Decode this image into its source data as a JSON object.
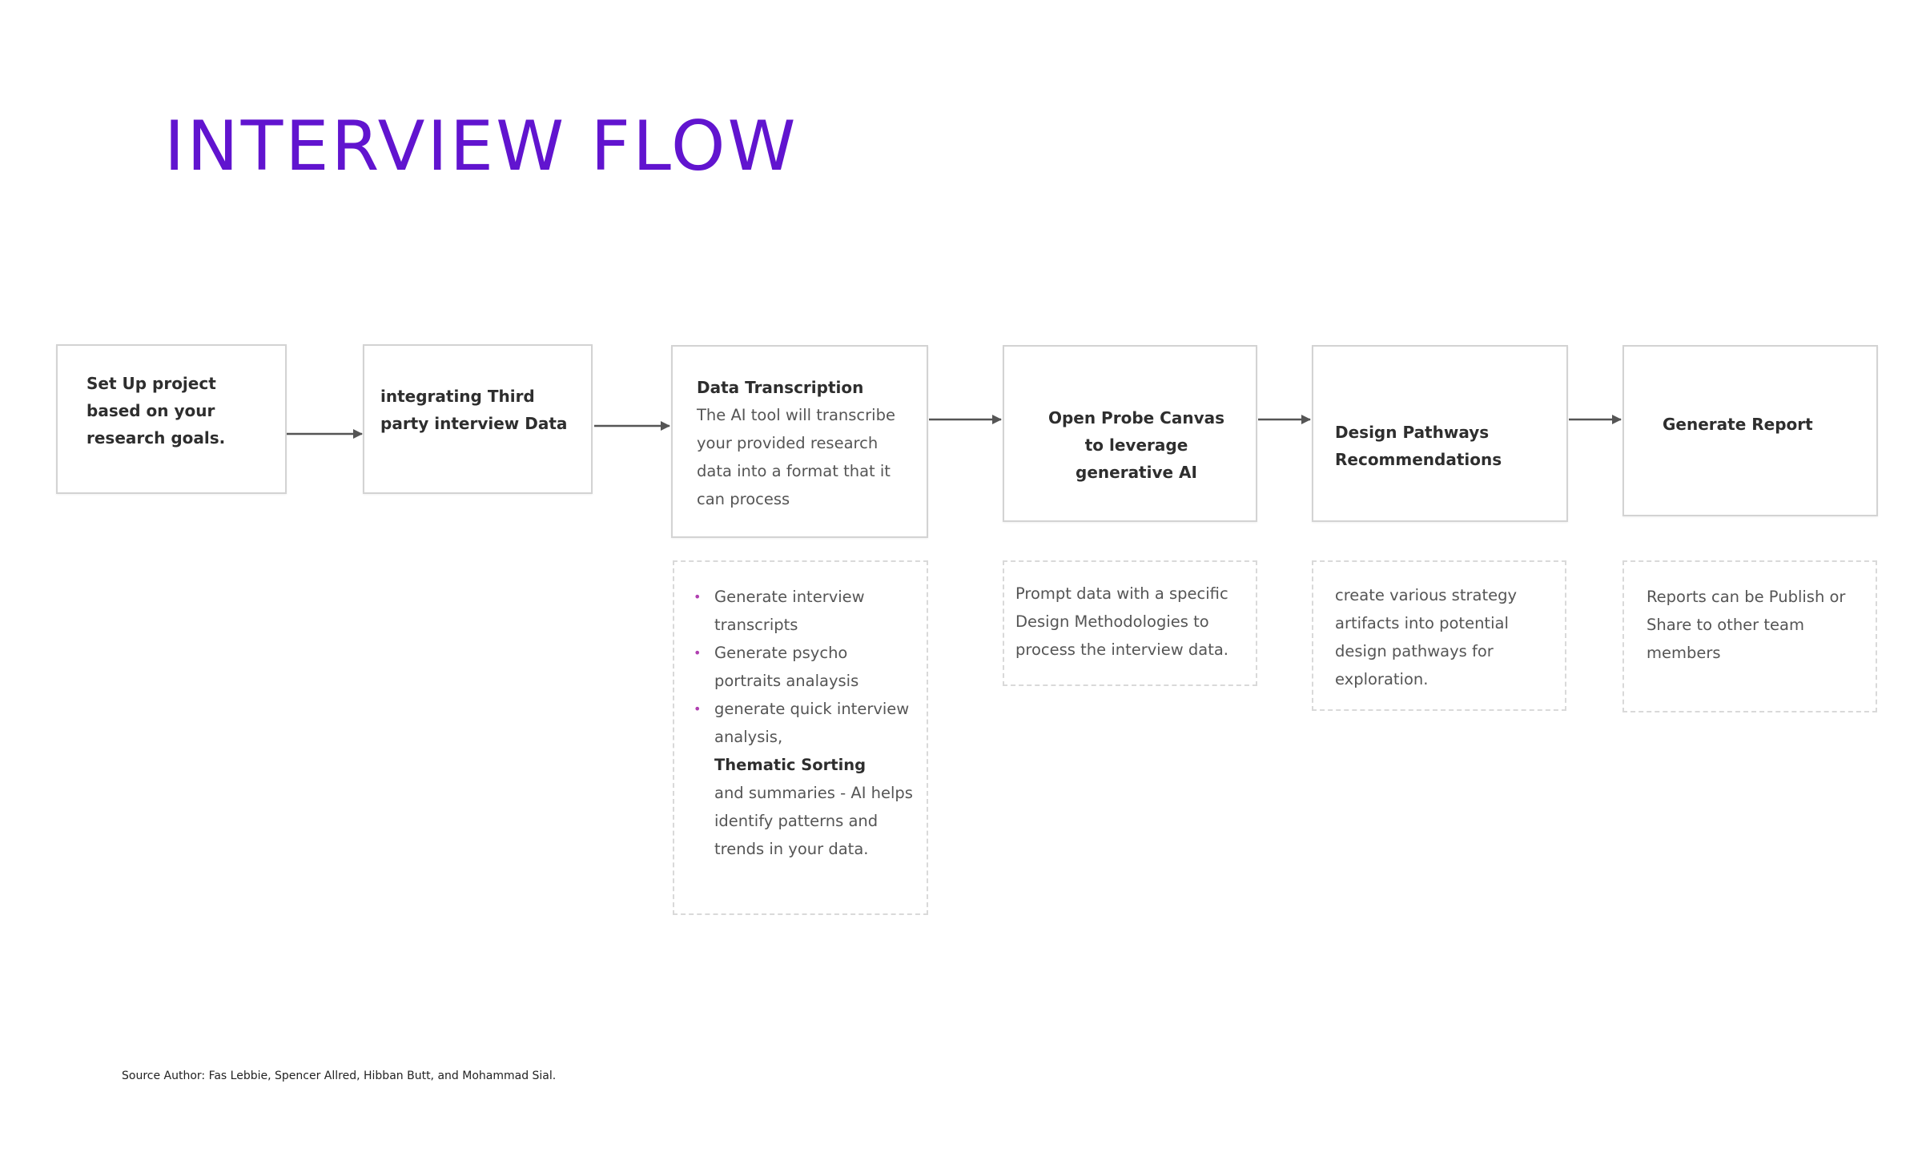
{
  "title": "INTERVIEW FLOW",
  "accent_color": "#6114cf",
  "steps": [
    {
      "title": "Set Up project based on your research goals.",
      "description": ""
    },
    {
      "title": "integrating Third party interview Data",
      "description": ""
    },
    {
      "title": "Data Transcription",
      "description": "The AI tool will transcribe your provided research data into a format that it can process"
    },
    {
      "title": "Open Probe Canvas to leverage generative AI",
      "description": ""
    },
    {
      "title": "Design Pathways Recommendations",
      "description": ""
    },
    {
      "title": "Generate Report",
      "description": ""
    }
  ],
  "notes": {
    "transcription": {
      "bullets": [
        "Generate interview transcripts",
        "Generate psycho portraits analaysis",
        "generate quick interview analysis,"
      ],
      "bold": "Thematic Sorting",
      "continuation": "and summaries - AI helps identify patterns and trends in your data."
    },
    "canvas": "Prompt data with a specific Design Methodologies to process the interview data.",
    "pathways": "create various strategy artifacts into potential design pathways for exploration.",
    "report": "Reports can be Publish or Share to other team members"
  },
  "source": "Source Author: Fas Lebbie, Spencer Allred, Hibban Butt, and Mohammad Sial."
}
